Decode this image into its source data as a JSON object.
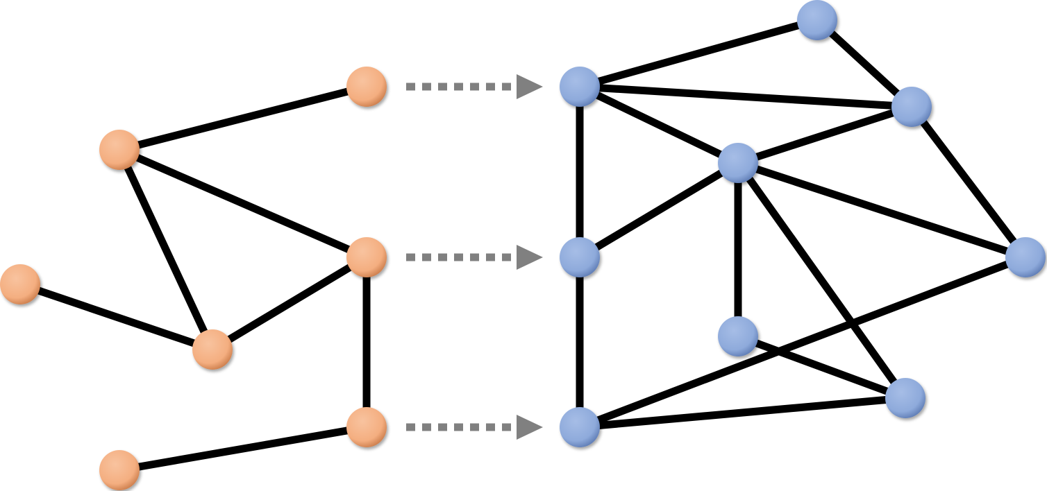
{
  "colors": {
    "background": "#ffffff",
    "edge": "#000000",
    "arrow": "#808080",
    "source_node": "#f4ae80",
    "source_node_shade": "#b8693a",
    "target_node": "#8eaadb",
    "target_node_shade": "#4d6aa3"
  },
  "source_graph": {
    "nodes": [
      "s1",
      "s2",
      "s3",
      "s4",
      "s5",
      "s6",
      "s7"
    ],
    "edges": [
      [
        "s2",
        "s1"
      ],
      [
        "s2",
        "s4"
      ],
      [
        "s2",
        "s5"
      ],
      [
        "s3",
        "s5"
      ],
      [
        "s4",
        "s5"
      ],
      [
        "s4",
        "s6"
      ],
      [
        "s7",
        "s6"
      ]
    ]
  },
  "target_graph": {
    "nodes": [
      "t1",
      "t2",
      "t3",
      "t4",
      "t5",
      "t6",
      "t7",
      "t8",
      "t9"
    ],
    "edges": [
      [
        "t2",
        "t1"
      ],
      [
        "t2",
        "t3"
      ],
      [
        "t2",
        "t4"
      ],
      [
        "t2",
        "t5"
      ],
      [
        "t1",
        "t3"
      ],
      [
        "t3",
        "t4"
      ],
      [
        "t4",
        "t5"
      ],
      [
        "t4",
        "t6"
      ],
      [
        "t4",
        "t7"
      ],
      [
        "t4",
        "t8"
      ],
      [
        "t3",
        "t6"
      ],
      [
        "t6",
        "t9"
      ],
      [
        "t8",
        "t7"
      ],
      [
        "t8",
        "t9"
      ],
      [
        "t5",
        "t9"
      ]
    ]
  },
  "mappings": [
    [
      "s1",
      "t2"
    ],
    [
      "s4",
      "t5"
    ],
    [
      "s6",
      "t9"
    ]
  ]
}
